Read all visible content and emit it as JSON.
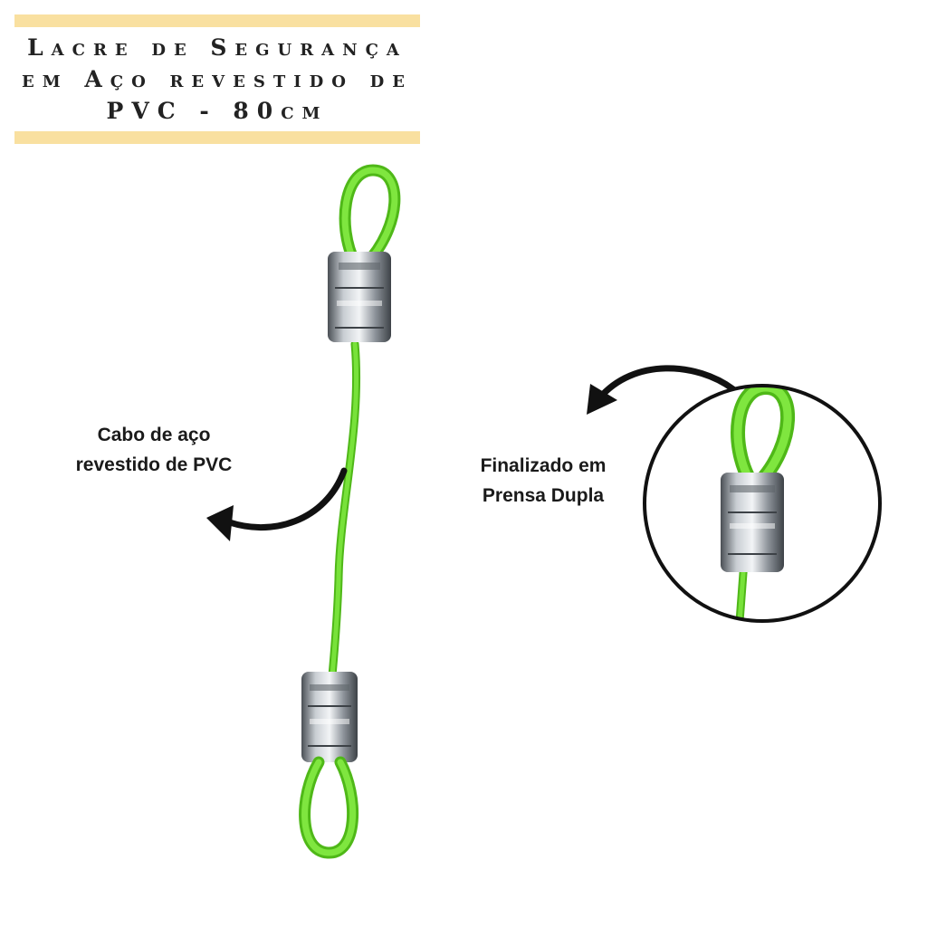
{
  "title": {
    "line1": "Lacre de Segurança",
    "line2": "em Aço revestido de",
    "line3": "PVC - 80cm"
  },
  "callouts": {
    "cable": {
      "line1": "Cabo de aço",
      "line2": "revestido de PVC"
    },
    "crimp": {
      "line1": "Finalizado em",
      "line2": "Prensa Dupla"
    }
  },
  "colors": {
    "accent_band": "#f9e0a0",
    "cable_green": "#6fdc2a",
    "metal": "#9aa0a6",
    "text": "#1a1a1a"
  }
}
